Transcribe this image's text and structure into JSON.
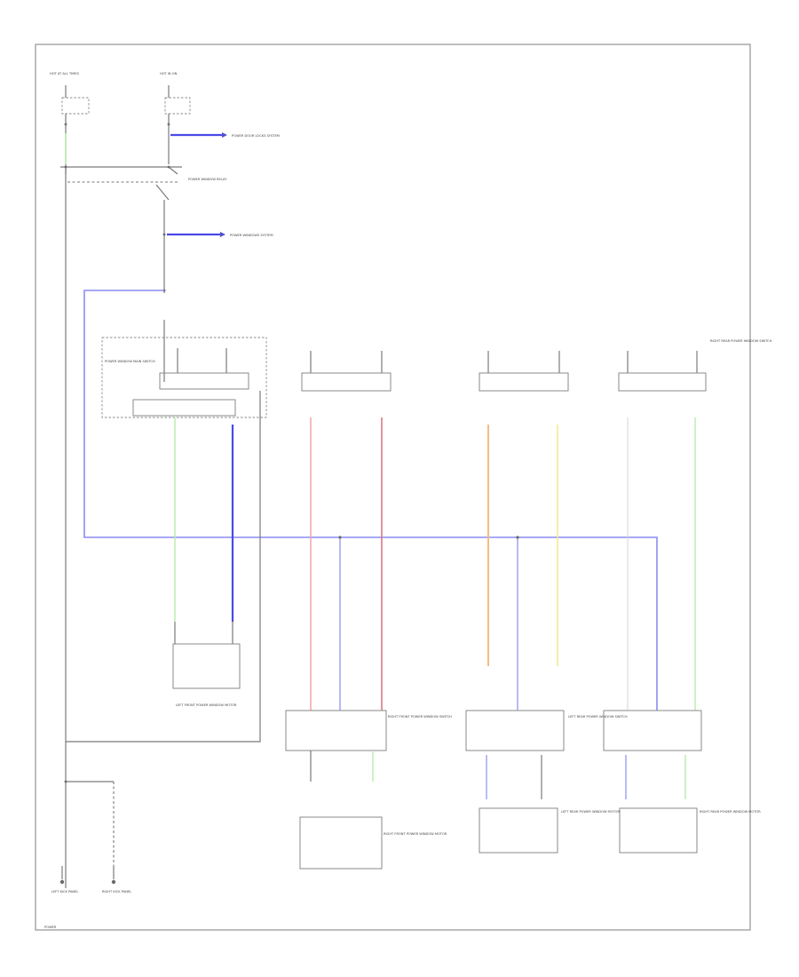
{
  "diagram": {
    "colors": {
      "blue_wire": "#8c8cf2",
      "green_wire": "#b7ecaa",
      "pink_wire": "#f3a3ad",
      "red_wire": "#d87a84",
      "orange_wire": "#f7ba82",
      "yellow_wire": "#f1ea8c",
      "lavender_wire": "#a2a2f3",
      "black_wire": "#7a7a7a"
    },
    "labels": {
      "top_fuse_left": "HOT AT ALL TIMES",
      "top_fuse_right": "HOT IN ON",
      "ref_power_locks": "POWER DOOR LOCKS SYSTEM",
      "ref_power_windows": "POWER WINDOWS SYSTEM",
      "relay": "POWER WINDOW RELAY",
      "main_switch": "POWER WINDOW MAIN SWITCH",
      "lf_motor": "LEFT FRONT POWER WINDOW MOTOR",
      "rf_switch": "RIGHT FRONT POWER WINDOW SWITCH",
      "rf_motor": "RIGHT FRONT POWER WINDOW MOTOR",
      "lr_switch": "LEFT REAR POWER WINDOW SWITCH",
      "lr_motor": "LEFT REAR POWER WINDOW MOTOR",
      "rr_switch": "RIGHT REAR POWER WINDOW SWITCH",
      "rr_motor": "RIGHT REAR POWER WINDOW MOTOR",
      "ground_left": "LEFT KICK PANEL",
      "ground_right": "RIGHT KICK PANEL",
      "footer": "POWER"
    }
  }
}
